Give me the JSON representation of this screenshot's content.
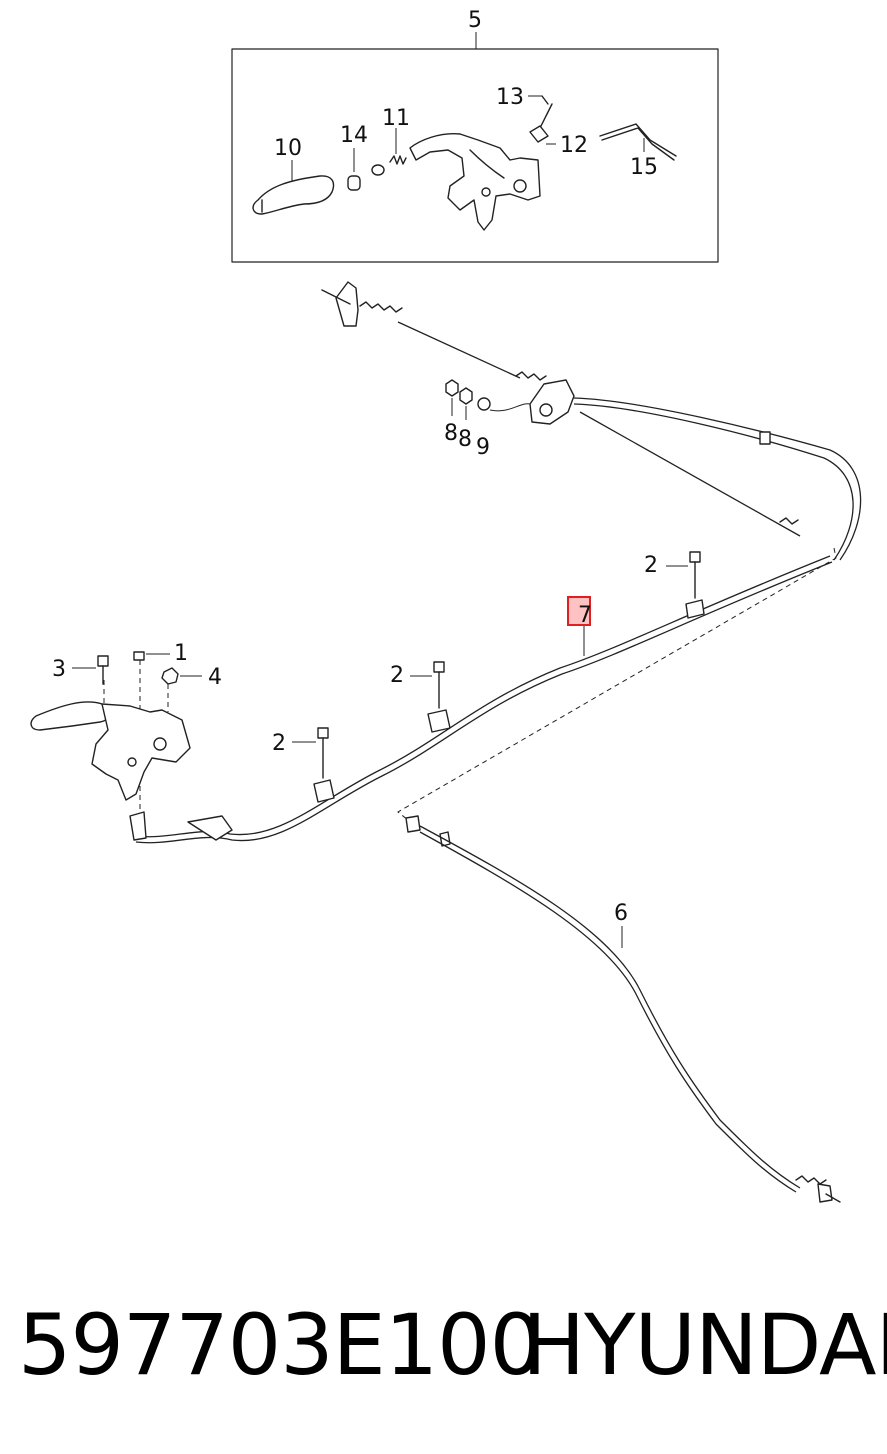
{
  "diagram": {
    "callouts": {
      "c1": "1",
      "c2a": "2",
      "c2b": "2",
      "c2c": "2",
      "c3": "3",
      "c4": "4",
      "c5": "5",
      "c6": "6",
      "c7": "7",
      "c8a": "8",
      "c8b": "8",
      "c9": "9",
      "c10": "10",
      "c11": "11",
      "c12": "12",
      "c13": "13",
      "c14": "14",
      "c15": "15"
    },
    "highlighted_part": "7",
    "colors": {
      "line": "#222222",
      "highlight": "#e02020"
    }
  },
  "footer": {
    "part_number": "597703E100",
    "brand": "HYUNDAI"
  }
}
